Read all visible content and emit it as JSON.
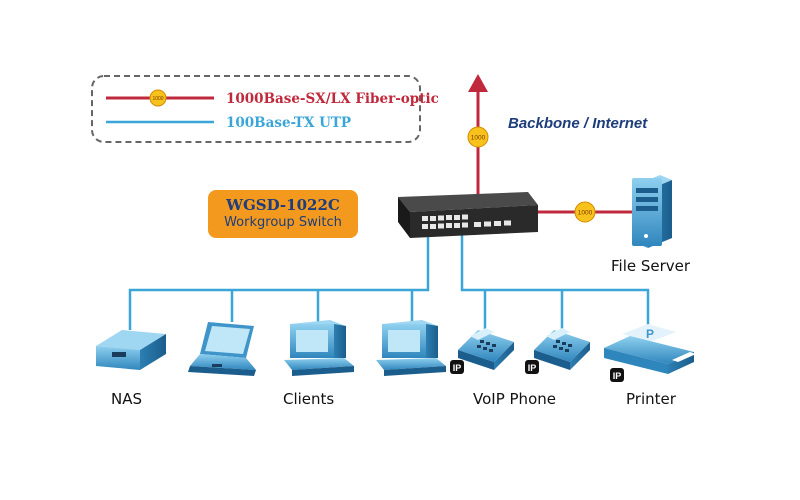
{
  "legend": {
    "fiber_label": "1000Base-SX/LX Fiber-optic",
    "utp_label": "100Base-TX UTP",
    "badge": "1000"
  },
  "backbone_label": "Backbone / Internet",
  "switch": {
    "model": "WGSD-1022C",
    "description": "Workgroup Switch"
  },
  "badges": {
    "uplink": "1000",
    "server": "1000"
  },
  "ip_badge": "IP",
  "printer_letter": "P",
  "devices": {
    "nas": "NAS",
    "clients": "Clients",
    "voip": "VoIP Phone",
    "printer": "Printer",
    "file_server": "File Server"
  },
  "colors": {
    "fiber": "#c0283c",
    "utp": "#3aa6d8",
    "badge_fill": "#f7c21b",
    "switch_box": "#f39a1e",
    "backbone_text": "#1d3d7c",
    "device_blue": "#3f95c9"
  }
}
